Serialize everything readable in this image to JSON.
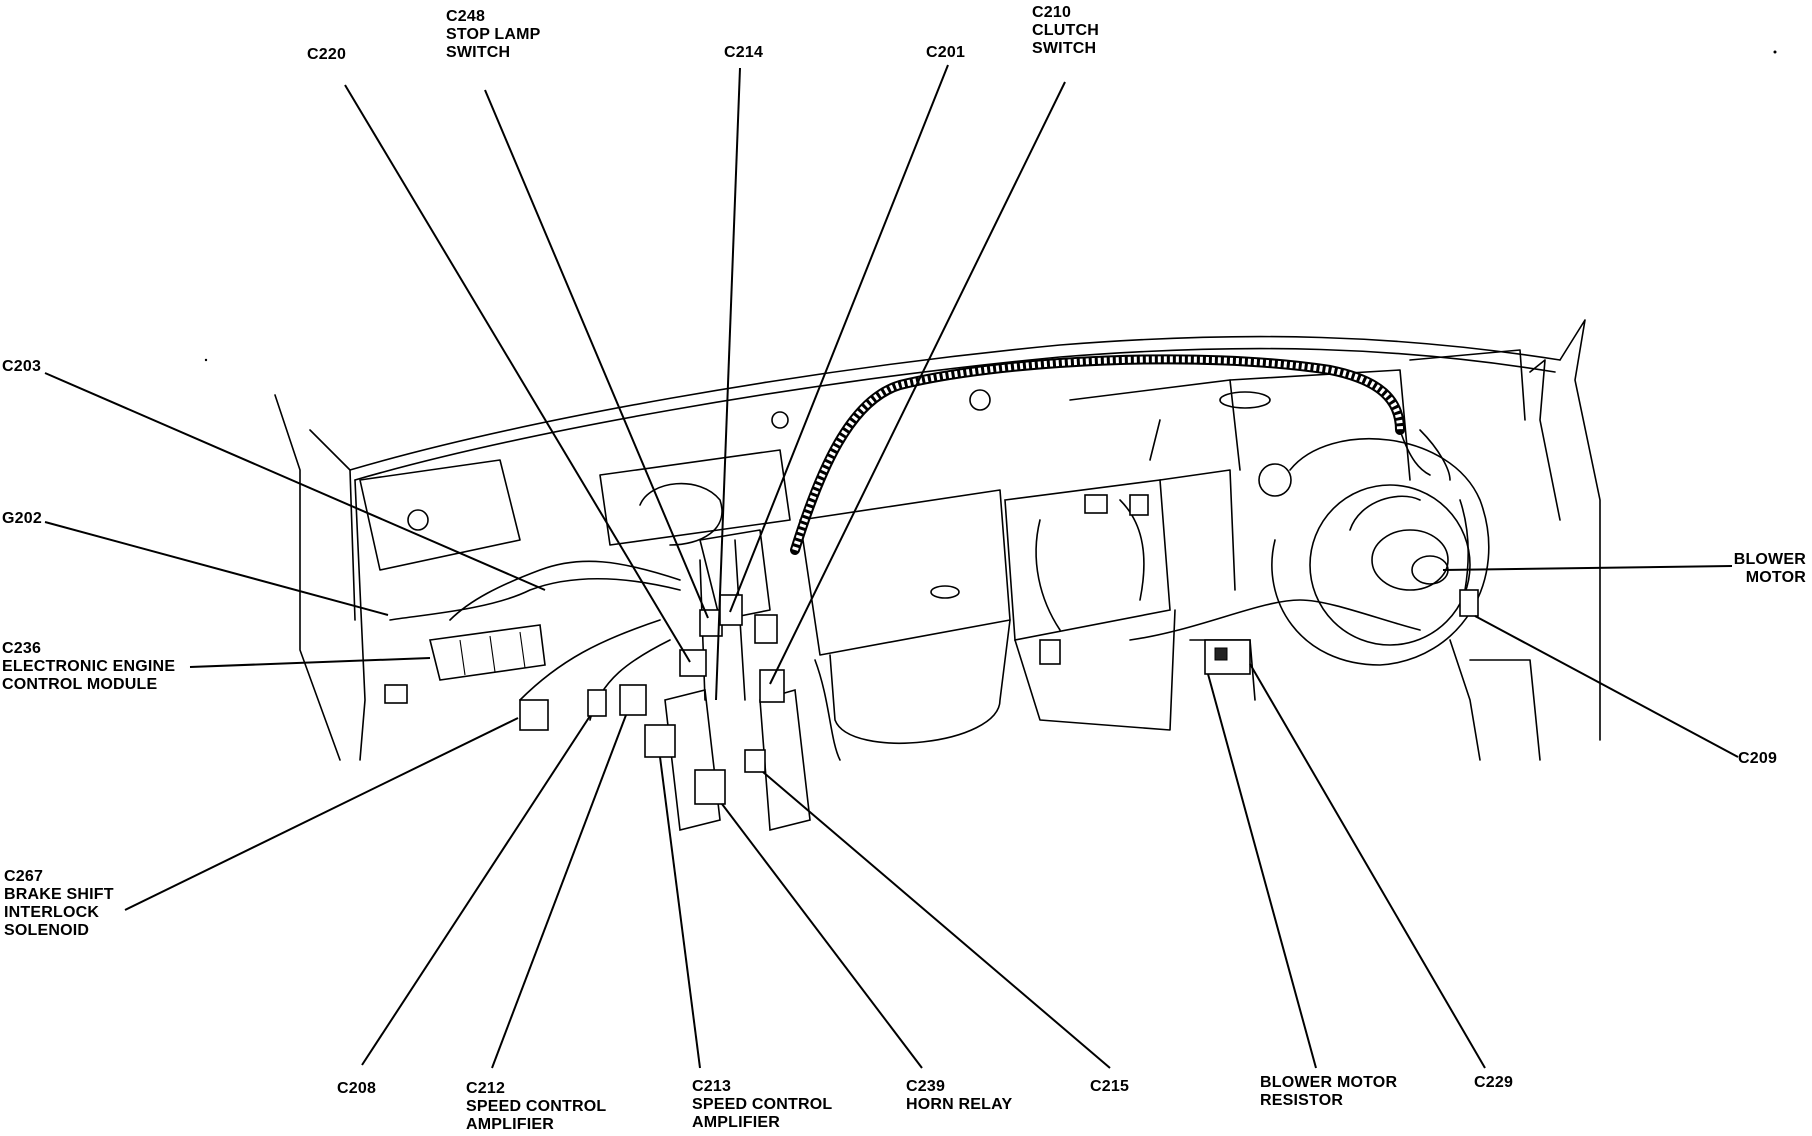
{
  "labels": {
    "c248": [
      "C248",
      "STOP LAMP",
      "SWITCH"
    ],
    "c220": [
      "C220"
    ],
    "c214": [
      "C214"
    ],
    "c201": [
      "C201"
    ],
    "c210": [
      "C210",
      "CLUTCH",
      "SWITCH"
    ],
    "c203": [
      "C203"
    ],
    "g202": [
      "G202"
    ],
    "c236": [
      "C236",
      "ELECTRONIC ENGINE",
      "CONTROL MODULE"
    ],
    "c267": [
      "C267",
      "BRAKE SHIFT",
      "INTERLOCK",
      "SOLENOID"
    ],
    "blower_motor": [
      "BLOWER",
      "MOTOR"
    ],
    "c209": [
      "C209"
    ],
    "c208": [
      "C208"
    ],
    "c212": [
      "C212",
      "SPEED CONTROL",
      "AMPLIFIER"
    ],
    "c213": [
      "C213",
      "SPEED CONTROL",
      "AMPLIFIER"
    ],
    "c239": [
      "C239",
      "HORN RELAY"
    ],
    "c215": [
      "C215"
    ],
    "blower_motor_resistor": [
      "BLOWER MOTOR",
      "RESISTOR"
    ],
    "c229": [
      "C229"
    ]
  }
}
